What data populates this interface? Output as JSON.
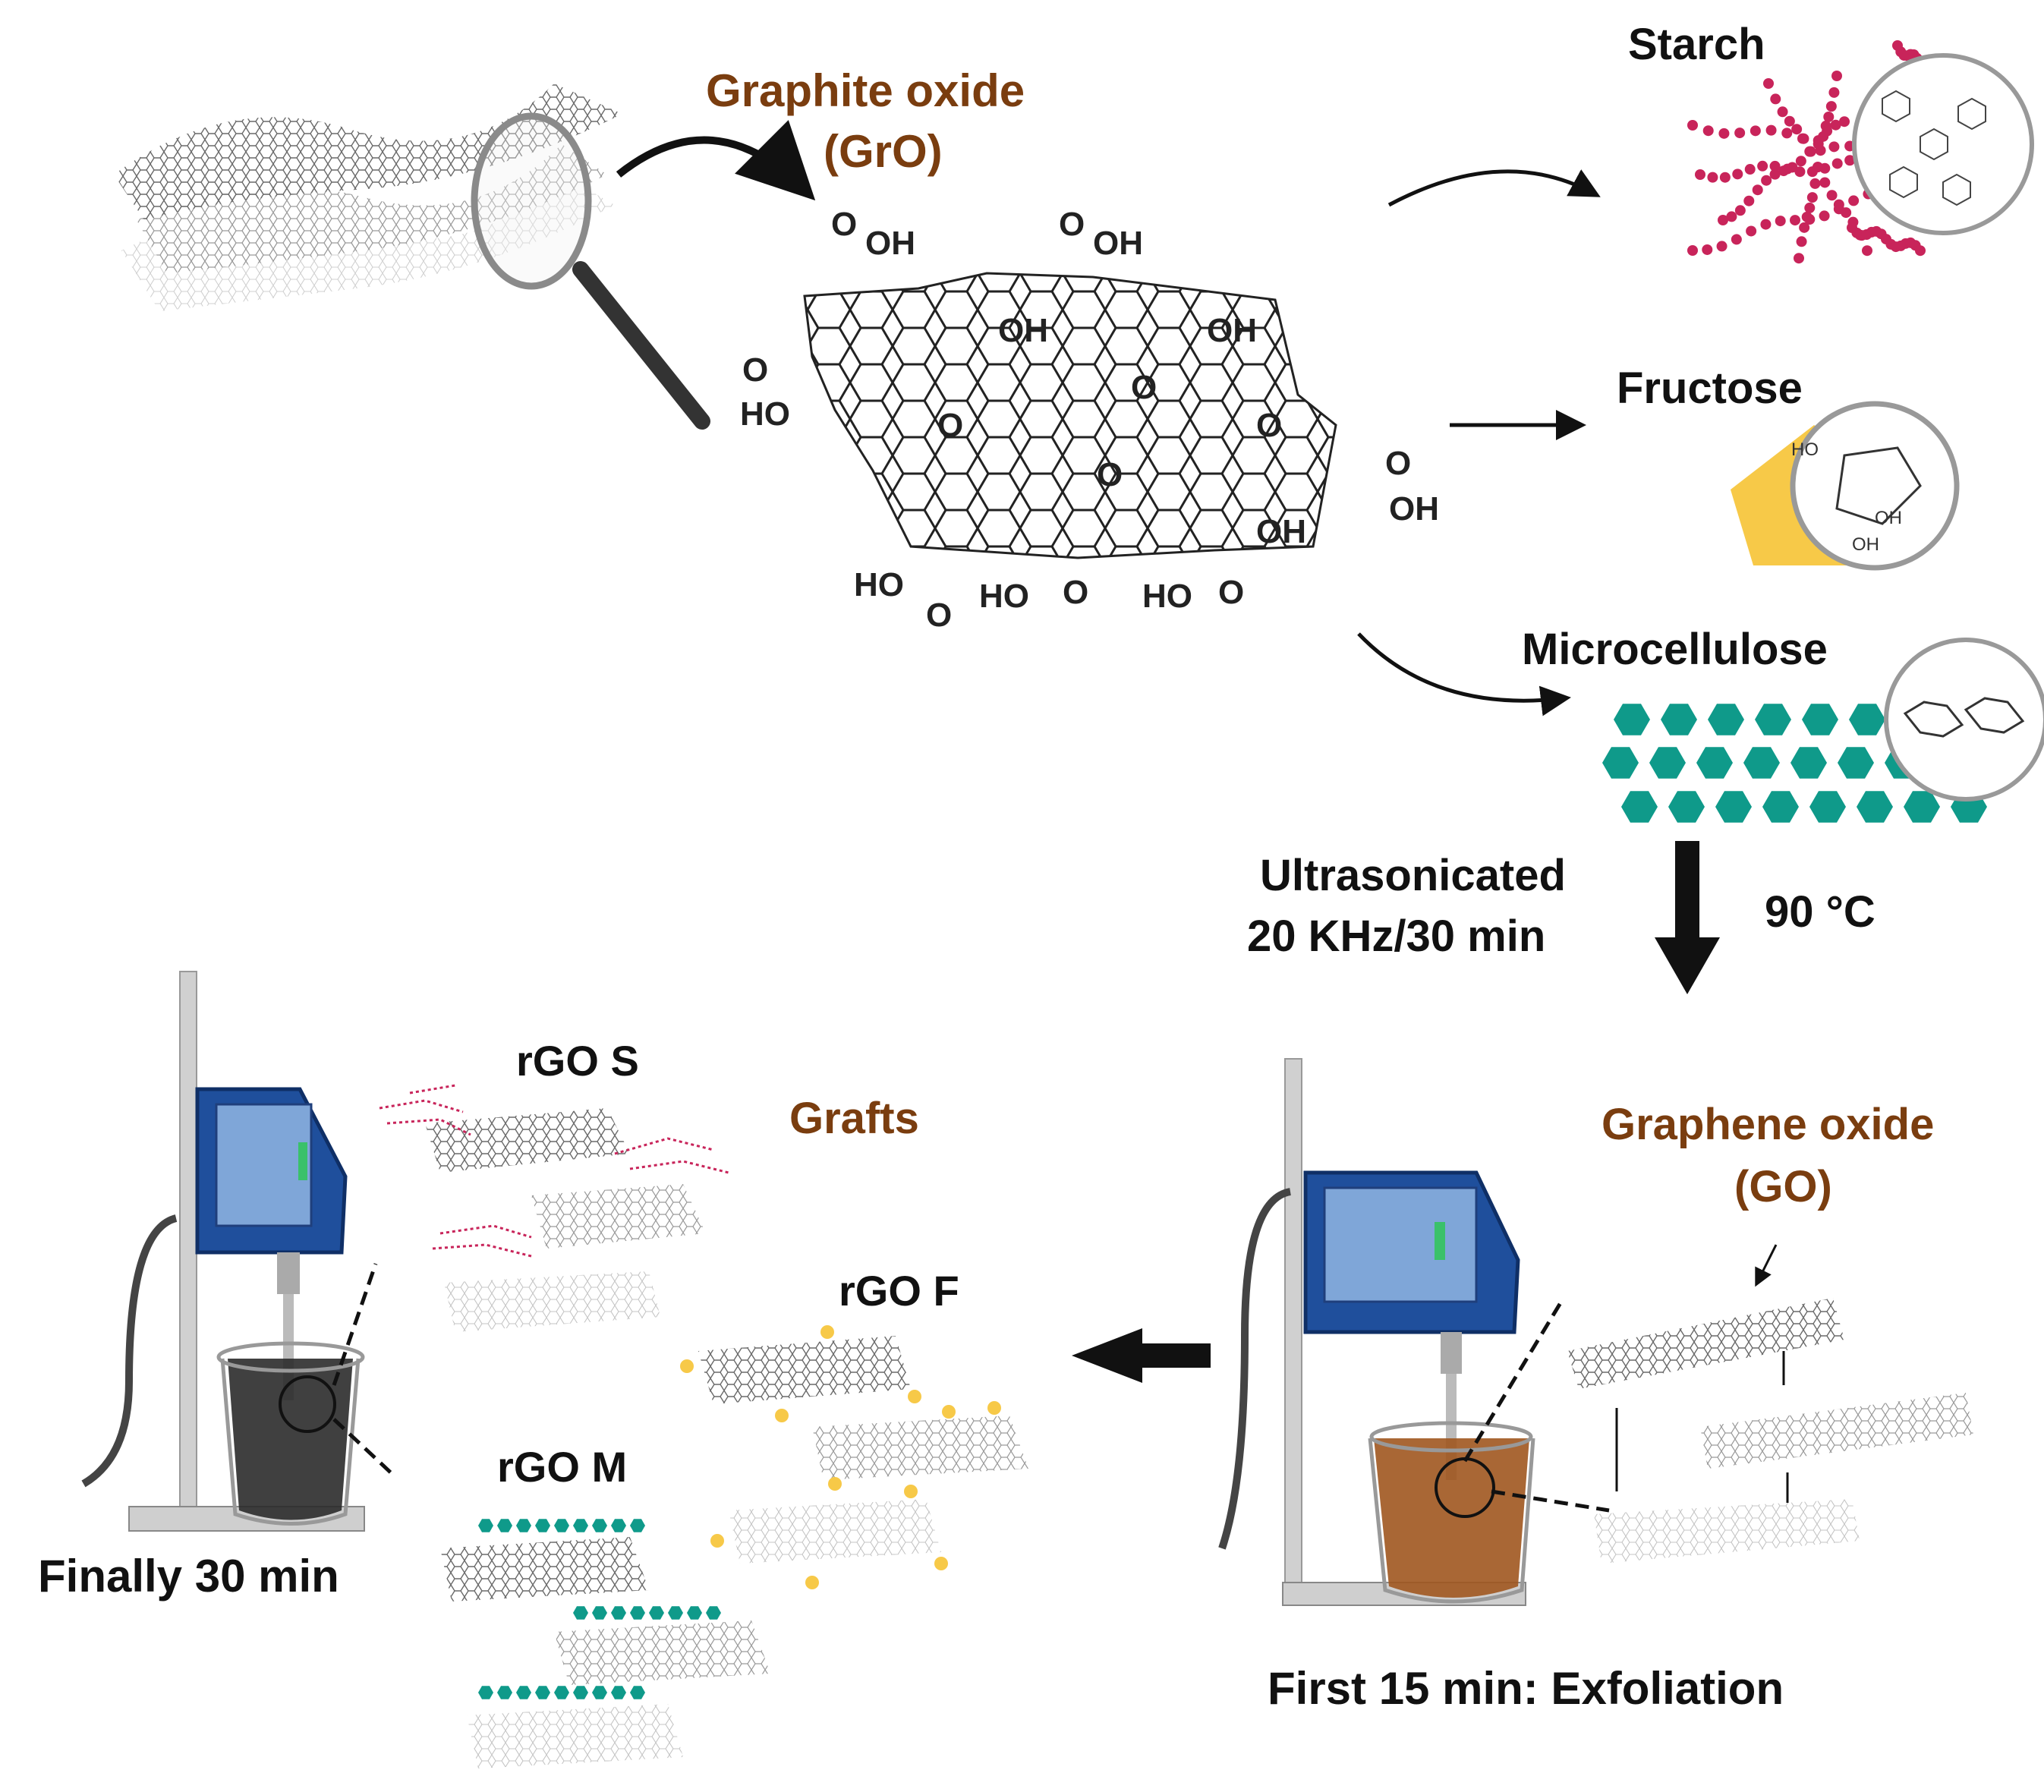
{
  "labels": {
    "graphite_oxide": "Graphite oxide",
    "graphite_oxide_abbr": "(GrO)",
    "starch": "Starch",
    "fructose": "Fructose",
    "microcellulose": "Microcellulose",
    "ultrasonicated": "Ultrasonicated",
    "ultrasonic_params": "20 KHz/30 min",
    "temperature": "90 °C",
    "graphene_oxide": "Graphene oxide",
    "graphene_oxide_abbr": "(GO)",
    "first_step": "First 15 min: Exfoliation",
    "grafts": "Grafts",
    "rgo_s": "rGO S",
    "rgo_f": "rGO F",
    "rgo_m": "rGO M",
    "final_step": "Finally 30 min"
  },
  "chem": {
    "o": "O",
    "oh": "OH",
    "ho": "HO"
  },
  "colors": {
    "brown_text": "#7a3d0f",
    "starch": "#c8245a",
    "fructose": "#f7c948",
    "cellulose": "#0f9a8a",
    "device_blue": "#1f4f9c",
    "go_solution": "#a0561f",
    "rgo_solution": "#2b2b2b"
  }
}
